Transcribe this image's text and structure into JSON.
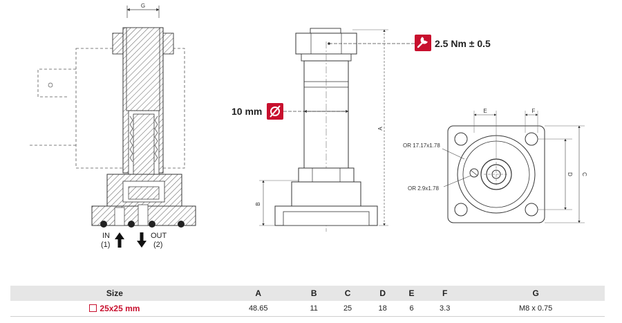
{
  "drawing": {
    "section": {
      "dim_g": "G",
      "port_in_label": "IN",
      "port_in_number": "(1)",
      "port_out_label": "OUT",
      "port_out_number": "(2)"
    },
    "side_view": {
      "torque_value": "2.5 Nm ± 0.5",
      "torque_icon": "wrench-icon",
      "diameter_value": "10 mm",
      "diameter_icon": "diameter-icon",
      "dim_a": "A",
      "dim_b": "B"
    },
    "top_view": {
      "dim_e": "E",
      "dim_f": "F",
      "dim_d": "D",
      "dim_c": "C",
      "oring_large": "OR 17.17x1.78",
      "oring_small": "OR 2.9x1.78"
    },
    "accent_color": "#c8102e"
  },
  "table": {
    "headers": [
      "Size",
      "A",
      "B",
      "C",
      "D",
      "E",
      "F",
      "G"
    ],
    "rows": [
      [
        "25x25 mm",
        "48.65",
        "11",
        "25",
        "18",
        "6",
        "3.3",
        "M8 x 0.75"
      ]
    ]
  }
}
